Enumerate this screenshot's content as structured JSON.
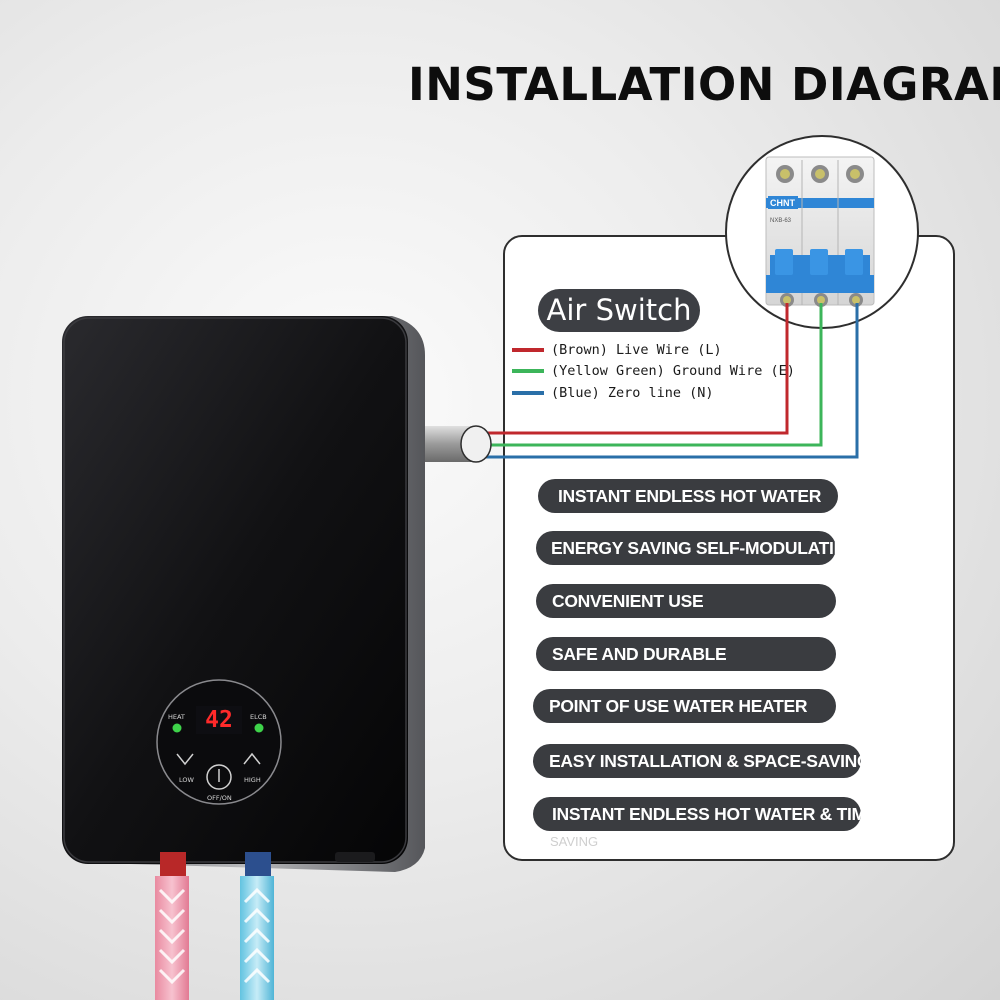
{
  "title": "INSTALLATION DIAGRAM",
  "air_switch_label": "Air Switch",
  "breaker_brand": "CHNT",
  "breaker_model": "NXB-63",
  "legend": [
    {
      "text": "(Brown) Live Wire (L)",
      "color": "#c0282d"
    },
    {
      "text": "(Yellow Green) Ground Wire (E)",
      "color": "#3cb55a"
    },
    {
      "text": "(Blue) Zero line (N)",
      "color": "#2a6fa8"
    }
  ],
  "features": [
    "INSTANT ENDLESS HOT WATER",
    "ENERGY SAVING SELF-MODULATING",
    "CONVENIENT USE",
    "SAFE AND DURABLE",
    "POINT OF USE WATER HEATER",
    "EASY INSTALLATION & SPACE-SAVING",
    "INSTANT ENDLESS HOT WATER & TIME"
  ],
  "features_overflow_text": "SAVING",
  "heater_panel": {
    "temperature": "42",
    "heat_label": "HEAT",
    "elcb_label": "ELCB",
    "low_label": "LOW",
    "high_label": "HIGH",
    "power_label": "OFF/ON",
    "indicator_color": "#3ed34a",
    "display_color": "#ff2a2a"
  }
}
